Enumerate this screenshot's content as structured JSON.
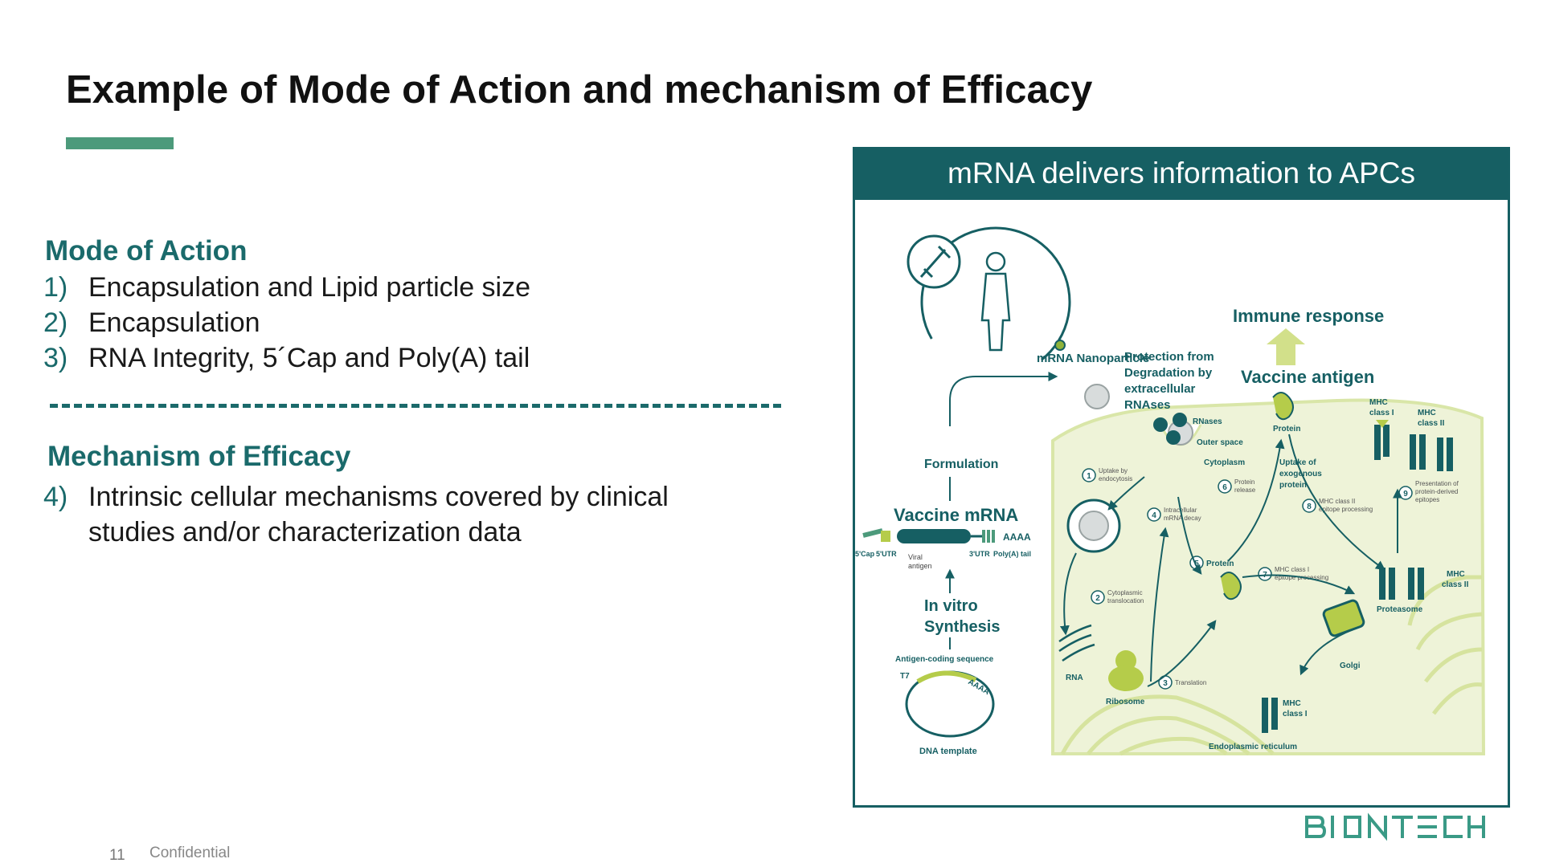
{
  "slide": {
    "title": "Example of Mode of Action and mechanism of Efficacy",
    "mode_of_action": {
      "heading": "Mode of Action",
      "items": [
        {
          "num": "1)",
          "text": "Encapsulation and Lipid particle size"
        },
        {
          "num": "2)",
          "text": "Encapsulation"
        },
        {
          "num": "3)",
          "text": "RNA Integrity, 5´Cap and Poly(A) tail"
        }
      ]
    },
    "mechanism_of_efficacy": {
      "heading": "Mechanism of Efficacy",
      "items": [
        {
          "num": "4)",
          "line1": "Intrinsic cellular mechanisms covered by clinical",
          "line2": "studies and/or characterization data"
        }
      ]
    },
    "footer": {
      "page_number": "11",
      "confidential": "Confidential"
    },
    "logo_text": "BIONTECH",
    "colors": {
      "teal": "#165f63",
      "accent_green": "#4c9a7b",
      "heading_teal": "#1a6a6b",
      "cell_fill": "#eef3d8",
      "lime": "#b5cc4a"
    }
  },
  "diagram": {
    "header": "mRNA delivers information to APCs",
    "labels": {
      "immune_response": "Immune response",
      "protection1": "Protection from",
      "protection2": "Degradation by",
      "protection3": "extracellular",
      "protection4": "RNAses",
      "rnases": "RNases",
      "vaccine_antigen": "Vaccine antigen",
      "protein_top": "Protein",
      "mhc1_top_a": "MHC",
      "mhc1_top_b": "class I",
      "mhc2_top_a": "MHC",
      "mhc2_top_b": "class II",
      "mrna_nanoparticle": "mRNA Nanoparticle",
      "outer_space": "Outer space",
      "cytoplasm": "Cytoplasm",
      "uptake_exo_1": "Uptake of",
      "uptake_exo_2": "exogenous",
      "uptake_exo_3": "protein",
      "formulation": "Formulation",
      "step1_a": "Uptake by",
      "step1_b": "endocytosis",
      "step6_a": "Protein",
      "step6_b": "release",
      "step8_a": "MHC class II",
      "step8_b": "epitope processing",
      "step9_a": "Presentation of",
      "step9_b": "protein-derived",
      "step9_c": "epitopes",
      "step4_a": "Intracellular",
      "step4_b": "mRNA decay",
      "vaccine_mrna": "Vaccine mRNA",
      "aaaa": "AAAA",
      "cap": "5'Cap",
      "utr5": "5'UTR",
      "viral1": "Viral",
      "viral2": "antigen",
      "utr3": "3'UTR",
      "polya": "Poly(A) tail",
      "mhc2_right_a": "MHC",
      "mhc2_right_b": "class II",
      "step5": "Protein",
      "step7_a": "MHC class I",
      "step7_b": "epitope processing",
      "proteasome": "Proteasome",
      "step2_a": "Cytoplasmic",
      "step2_b": "translocation",
      "in_vitro_1": "In vitro",
      "in_vitro_2": "Synthesis",
      "antigen_coding": "Antigen-coding sequence",
      "t7": "T7",
      "aaaa_plasmid": "AAAA",
      "rna": "RNA",
      "ribosome": "Ribosome",
      "step3": "Translation",
      "golgi": "Golgi",
      "mhc1_bottom_a": "MHC",
      "mhc1_bottom_b": "class I",
      "dna_template": "DNA template",
      "er": "Endoplasmic reticulum",
      "n1": "1",
      "n2": "2",
      "n3": "3",
      "n4": "4",
      "n5": "5",
      "n6": "6",
      "n7": "7",
      "n8": "8",
      "n9": "9"
    }
  }
}
